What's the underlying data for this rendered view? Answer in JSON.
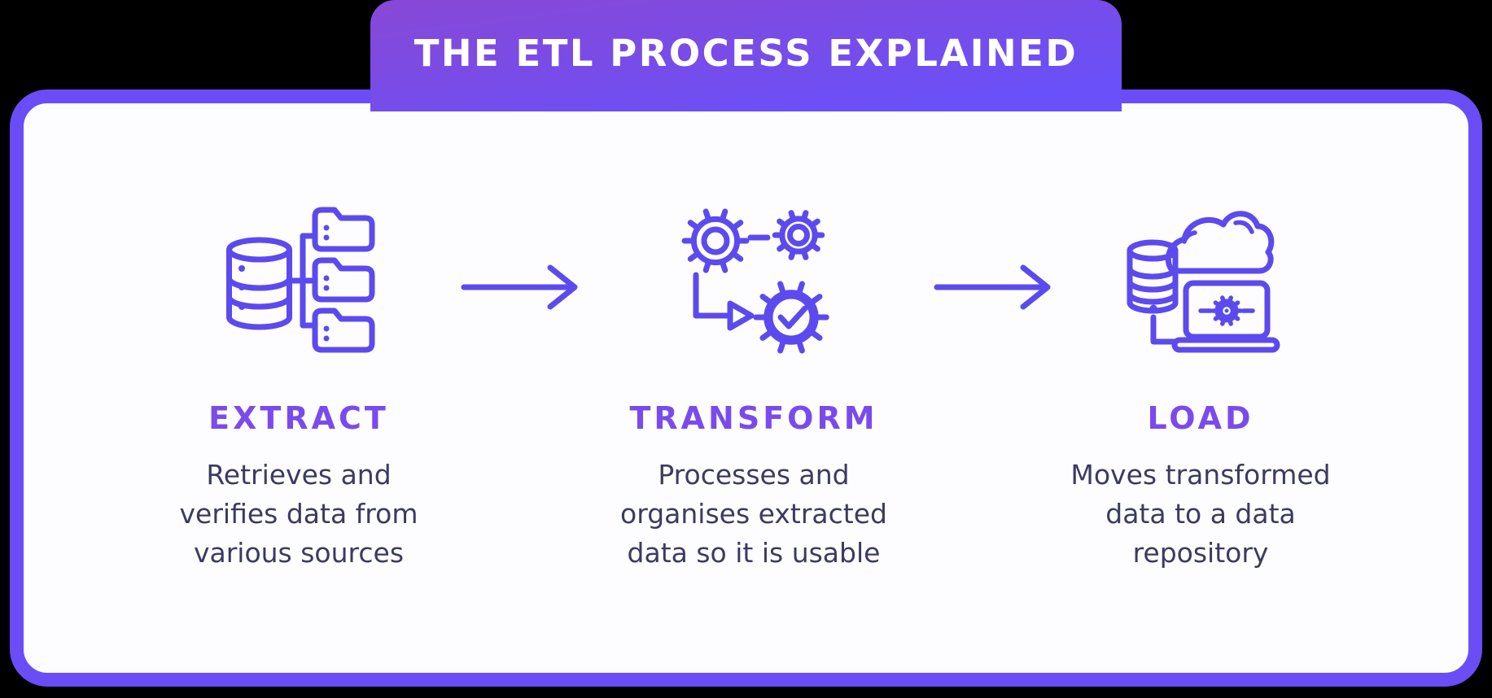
{
  "title": "THE ETL PROCESS EXPLAINED",
  "steps": [
    {
      "id": "extract",
      "label": "EXTRACT",
      "description": "Retrieves and\nverifies data from\nvarious sources",
      "icon": "database-folders-icon"
    },
    {
      "id": "transform",
      "label": "TRANSFORM",
      "description": "Processes and\norganises extracted\ndata so it is usable",
      "icon": "gears-workflow-icon"
    },
    {
      "id": "load",
      "label": "LOAD",
      "description": "Moves transformed\ndata to a data\nrepository",
      "icon": "cloud-database-laptop-icon"
    }
  ],
  "connectors": [
    {
      "icon": "arrow-right-icon",
      "from": "extract",
      "to": "transform"
    },
    {
      "icon": "arrow-right-icon",
      "from": "transform",
      "to": "load"
    }
  ],
  "colors": {
    "background": "#000000",
    "card_background": "#fdfdff",
    "card_border": "#6a4df6",
    "banner_gradient_top": "#8848d6",
    "banner_gradient_bottom": "#6a50f8",
    "icon_stroke": "#5c4aee",
    "heading_text": "#7a4bec",
    "body_text": "#3b3b60",
    "title_text": "#ffffff"
  }
}
